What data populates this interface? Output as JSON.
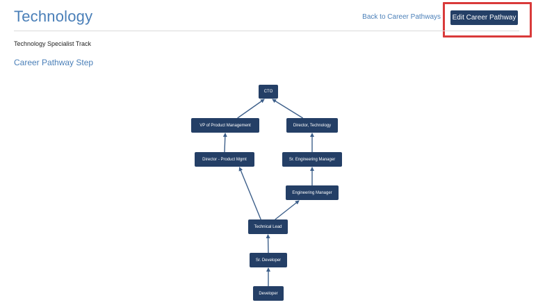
{
  "header": {
    "title": "Technology",
    "back_link": "Back to Career Pathways",
    "edit_button": "Edit Career Pathway"
  },
  "track": {
    "name": "Technology Specialist Track"
  },
  "section": {
    "title": "Career Pathway Step"
  },
  "pathway": {
    "nodes": [
      {
        "id": "cto",
        "label": "CTO"
      },
      {
        "id": "vp-product",
        "label": "VP of Product Management"
      },
      {
        "id": "director-technology",
        "label": "Director, Technology"
      },
      {
        "id": "director-product",
        "label": "Director - Product Mgmt"
      },
      {
        "id": "sr-eng-manager",
        "label": "Sr. Engineering Manager"
      },
      {
        "id": "eng-manager",
        "label": "Engineering Manager"
      },
      {
        "id": "technical-lead",
        "label": "Technical Lead"
      },
      {
        "id": "sr-developer",
        "label": "Sr. Developer"
      },
      {
        "id": "developer",
        "label": "Developer"
      }
    ],
    "edges": [
      {
        "from": "developer",
        "to": "sr-developer"
      },
      {
        "from": "sr-developer",
        "to": "technical-lead"
      },
      {
        "from": "technical-lead",
        "to": "director-product"
      },
      {
        "from": "technical-lead",
        "to": "eng-manager"
      },
      {
        "from": "eng-manager",
        "to": "sr-eng-manager"
      },
      {
        "from": "sr-eng-manager",
        "to": "director-technology"
      },
      {
        "from": "director-product",
        "to": "vp-product"
      },
      {
        "from": "vp-product",
        "to": "cto"
      },
      {
        "from": "director-technology",
        "to": "cto"
      }
    ]
  },
  "colors": {
    "node_fill": "#243f66",
    "accent_text": "#4a7fb8",
    "highlight": "#d93a3a",
    "edge": "#3d5f8a"
  }
}
